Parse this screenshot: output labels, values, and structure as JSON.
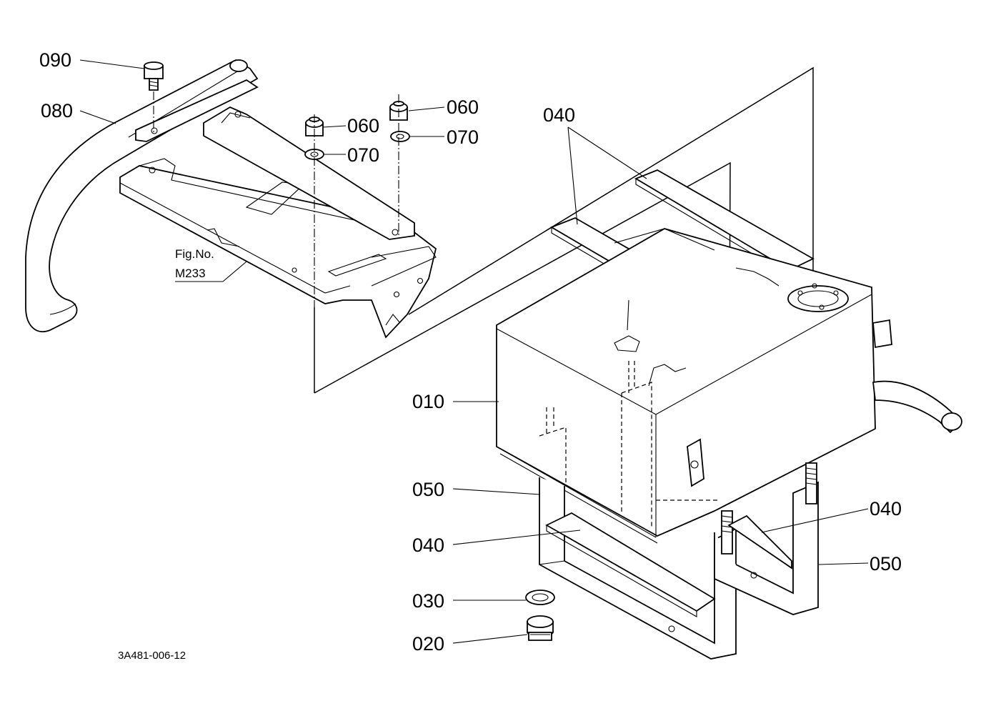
{
  "callouts": {
    "c090": "090",
    "c080": "080",
    "c060a": "060",
    "c070a": "070",
    "c060b": "060",
    "c070b": "070",
    "c040a": "040",
    "c010": "010",
    "c050a": "050",
    "c040b": "040",
    "c030": "030",
    "c020": "020",
    "c040c": "040",
    "c050b": "050"
  },
  "figure_reference": {
    "line1": "Fig.No.",
    "line2": "M233"
  },
  "drawing_code": "3A481-006-12"
}
